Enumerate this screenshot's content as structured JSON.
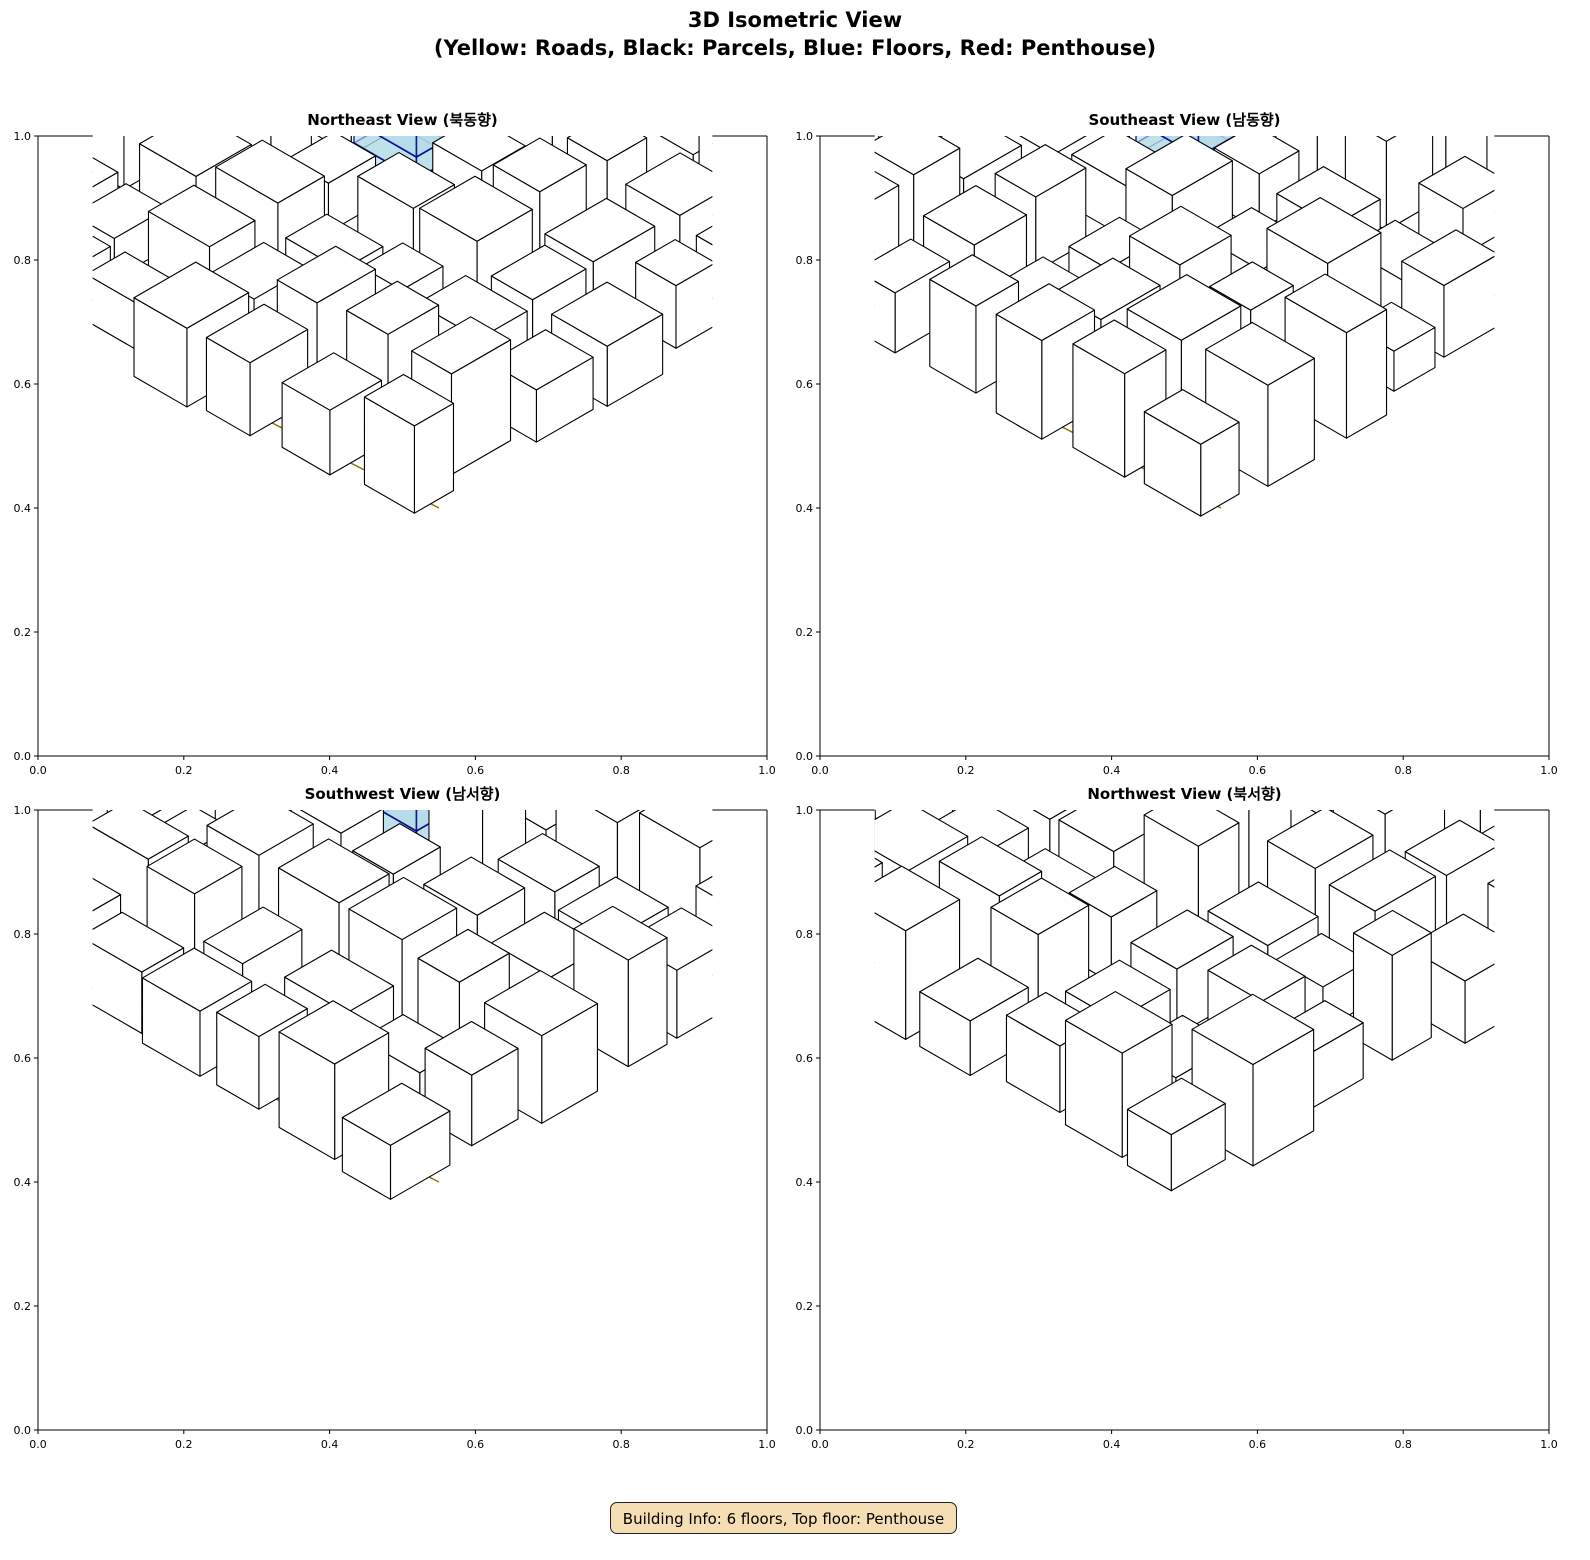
{
  "title_line1": "3D Isometric View",
  "title_line2": "(Yellow: Roads, Black: Parcels, Blue: Floors, Red: Penthouse)",
  "info_box": "Building Info: 6 floors, Top floor: Penthouse",
  "colors": {
    "road": "#ffd700",
    "parcel": "#000000",
    "floor_fill": "#add8e6",
    "floor_edge": "#00008b",
    "penthouse": "#ff0000",
    "info_bg": "#f5deb3"
  },
  "chart_data": [
    {
      "type": "isometric-3d",
      "title": "Northeast View (북동향)",
      "xlim": [
        0,
        1
      ],
      "ylim": [
        0,
        1
      ],
      "xticks": [
        "0.0",
        "0.2",
        "0.4",
        "0.6",
        "0.8",
        "1.0"
      ],
      "yticks": [
        "0.0",
        "0.2",
        "0.4",
        "0.6",
        "0.8",
        "1.0"
      ],
      "floors": 6,
      "top_floor": "Penthouse",
      "seed": 11
    },
    {
      "type": "isometric-3d",
      "title": "Southeast View (남동향)",
      "xlim": [
        0,
        1
      ],
      "ylim": [
        0,
        1
      ],
      "xticks": [
        "0.0",
        "0.2",
        "0.4",
        "0.6",
        "0.8",
        "1.0"
      ],
      "yticks": [
        "0.0",
        "0.2",
        "0.4",
        "0.6",
        "0.8",
        "1.0"
      ],
      "floors": 6,
      "top_floor": "Penthouse",
      "seed": 23
    },
    {
      "type": "isometric-3d",
      "title": "Southwest View (남서향)",
      "xlim": [
        0,
        1
      ],
      "ylim": [
        0,
        1
      ],
      "xticks": [
        "0.0",
        "0.2",
        "0.4",
        "0.6",
        "0.8",
        "1.0"
      ],
      "yticks": [
        "0.0",
        "0.2",
        "0.4",
        "0.6",
        "0.8",
        "1.0"
      ],
      "floors": 6,
      "top_floor": "Penthouse",
      "seed": 37
    },
    {
      "type": "isometric-3d",
      "title": "Northwest View (북서향)",
      "xlim": [
        0,
        1
      ],
      "ylim": [
        0,
        1
      ],
      "xticks": [
        "0.0",
        "0.2",
        "0.4",
        "0.6",
        "0.8",
        "1.0"
      ],
      "yticks": [
        "0.0",
        "0.2",
        "0.4",
        "0.6",
        "0.8",
        "1.0"
      ],
      "floors": 6,
      "top_floor": "Penthouse",
      "seed": 53
    }
  ]
}
